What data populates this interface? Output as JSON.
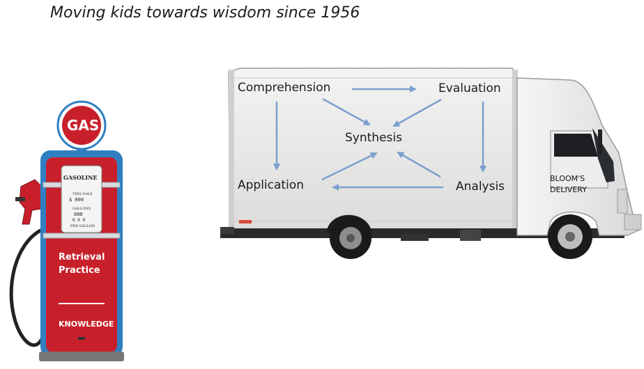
{
  "tagline": "Moving kids towards wisdom since 1956",
  "gas_pump": {
    "sign": "GAS",
    "panel_title": "GASOLINE",
    "this_sale": "THIS SALE",
    "sale_digits": "$ 000",
    "gallons": "GALLONS",
    "gallons_digits": "000",
    "price_digits": "0 0 0",
    "per_gallon": "PER GALLON",
    "label_line1": "Retrieval",
    "label_line2": "Practice",
    "knowledge": "KNOWLEDGE"
  },
  "truck": {
    "door_line1": "BLOOM'S",
    "door_line2": "DELIVERY"
  },
  "diagram": {
    "nodes": {
      "comprehension": "Comprehension",
      "evaluation": "Evaluation",
      "synthesis": "Synthesis",
      "application": "Application",
      "analysis": "Analysis"
    },
    "arrow_color": "#7b9fd0"
  },
  "colors": {
    "pump_red": "#c8202a",
    "pump_blue": "#2f7fc1",
    "truck_body": "#ececeb"
  }
}
